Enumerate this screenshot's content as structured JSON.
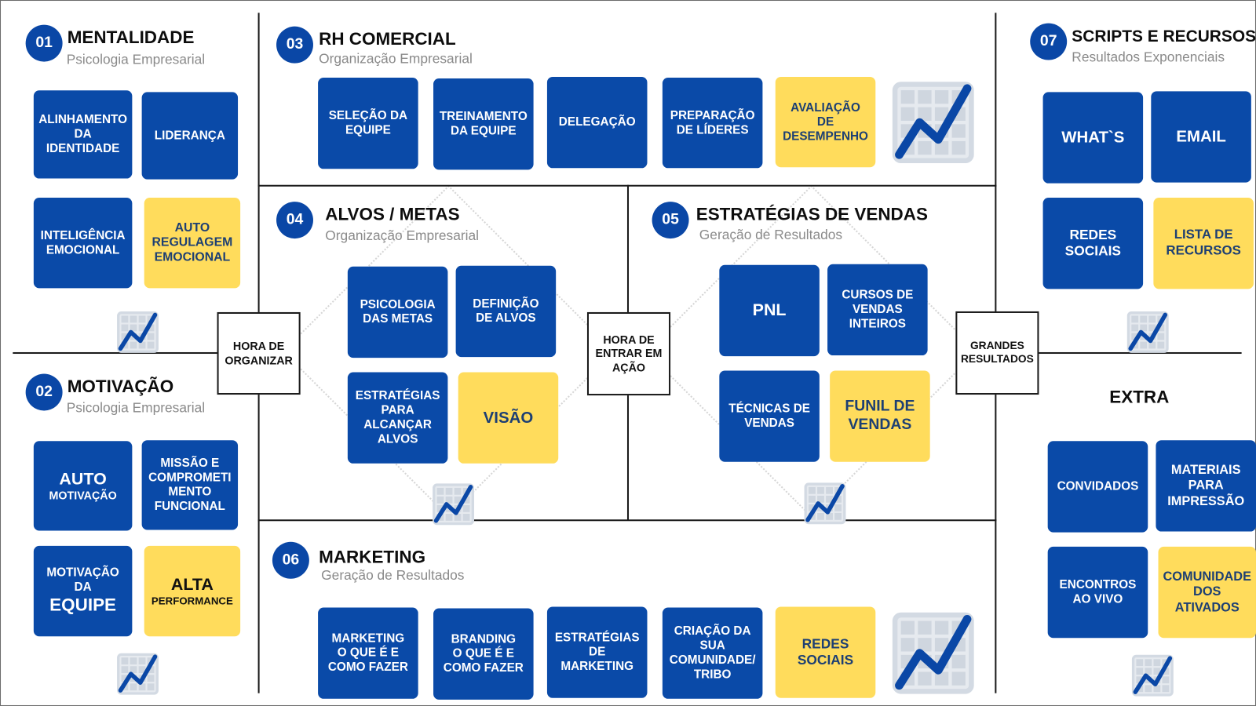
{
  "colors": {
    "tile_blue": "#0a4aa8",
    "tile_yellow": "#ffdc5c",
    "yellow_text": "#1d3f73",
    "badge_blue": "#0a47a6",
    "subtitle_gray": "#8a8a8a",
    "icon_line": "#0a47a6",
    "icon_bg": "#d3dae3"
  },
  "connectors": {
    "organize": "HORA DE\nORGANIZAR",
    "action": "HORA DE\nENTRAR EM\nAÇÃO",
    "results": "GRANDES\nRESULTADOS"
  },
  "sections": {
    "s01": {
      "number": "01",
      "title": "MENTALIDADE",
      "subtitle": "Psicologia Empresarial",
      "tiles": [
        {
          "label": "ALINHAMENTO\nDA\nIDENTIDADE",
          "color": "blue"
        },
        {
          "label": "LIDERANÇA",
          "color": "blue"
        },
        {
          "label": "INTELIGÊNCIA\nEMOCIONAL",
          "color": "blue"
        },
        {
          "label": "AUTO\nREGULAGEM\nEMOCIONAL",
          "color": "yellow"
        }
      ],
      "icon": "chart-growth-icon"
    },
    "s02": {
      "number": "02",
      "title": "MOTIVAÇÃO",
      "subtitle": "Psicologia Empresarial",
      "tiles": [
        {
          "label_big": "AUTO",
          "label_small": "MOTIVAÇÃO",
          "color": "blue"
        },
        {
          "label": "MISSÃO E\nCOMPROMETI\nMENTO\nFUNCIONAL",
          "color": "blue"
        },
        {
          "label_small": "MOTIVAÇÃO\nDA",
          "label_big": "EQUIPE",
          "color": "blue"
        },
        {
          "label_big": "ALTA",
          "label_small": "PERFORMANCE",
          "color": "yellow"
        }
      ],
      "icon": "chart-growth-icon"
    },
    "s03": {
      "number": "03",
      "title": "RH COMERCIAL",
      "subtitle": "Organização Empresarial",
      "tiles": [
        {
          "label": "SELEÇÃO DA\nEQUIPE",
          "color": "blue"
        },
        {
          "label": "TREINAMENTO\nDA EQUIPE",
          "color": "blue"
        },
        {
          "label": "DELEGAÇÃO",
          "color": "blue"
        },
        {
          "label": "PREPARAÇÃO\nDE LÍDERES",
          "color": "blue"
        },
        {
          "label": "AVALIAÇÃO\nDE\nDESEMPENHO",
          "color": "yellow"
        }
      ],
      "icon": "chart-growth-icon"
    },
    "s04": {
      "number": "04",
      "title": "ALVOS / METAS",
      "subtitle": "Organização Empresarial",
      "tiles": [
        {
          "label": "PSICOLOGIA\nDAS METAS",
          "color": "blue"
        },
        {
          "label": "DEFINIÇÃO\nDE ALVOS",
          "color": "blue"
        },
        {
          "label": "ESTRATÉGIAS\nPARA\nALCANÇAR\nALVOS",
          "color": "blue"
        },
        {
          "label": "VISÃO",
          "color": "yellow"
        }
      ],
      "icon": "chart-growth-icon"
    },
    "s05": {
      "number": "05",
      "title": "ESTRATÉGIAS DE VENDAS",
      "subtitle": "Geração de Resultados",
      "tiles": [
        {
          "label": "PNL",
          "color": "blue"
        },
        {
          "label": "CURSOS DE\nVENDAS\nINTEIROS",
          "color": "blue"
        },
        {
          "label": "TÉCNICAS DE\nVENDAS",
          "color": "blue"
        },
        {
          "label": "FUNIL DE\nVENDAS",
          "color": "yellow"
        }
      ],
      "icon": "chart-growth-icon"
    },
    "s06": {
      "number": "06",
      "title": "MARKETING",
      "subtitle": "Geração de Resultados",
      "tiles": [
        {
          "label": "MARKETING\nO QUE É E\nCOMO FAZER",
          "color": "blue"
        },
        {
          "label": "BRANDING\nO QUE É E\nCOMO FAZER",
          "color": "blue"
        },
        {
          "label": "ESTRATÉGIAS\nDE\nMARKETING",
          "color": "blue"
        },
        {
          "label": "CRIAÇÃO DA\nSUA\nCOMUNIDADE/\nTRIBO",
          "color": "blue"
        },
        {
          "label": "REDES\nSOCIAIS",
          "color": "yellow"
        }
      ],
      "icon": "chart-growth-icon"
    },
    "s07": {
      "number": "07",
      "title": "SCRIPTS E RECURSOS",
      "subtitle": "Resultados Exponenciais",
      "tiles": [
        {
          "label": "WHAT`S",
          "color": "blue"
        },
        {
          "label": "EMAIL",
          "color": "blue"
        },
        {
          "label": "REDES\nSOCIAIS",
          "color": "blue"
        },
        {
          "label": "LISTA DE\nRECURSOS",
          "color": "yellow"
        }
      ],
      "icon": "chart-growth-icon"
    },
    "extra": {
      "title": "EXTRA",
      "tiles": [
        {
          "label": "CONVIDADOS",
          "color": "blue"
        },
        {
          "label": "MATERIAIS\nPARA\nIMPRESSÃO",
          "color": "blue"
        },
        {
          "label": "ENCONTROS\nAO VIVO",
          "color": "blue"
        },
        {
          "label": "COMUNIDADE\nDOS\nATIVADOS",
          "color": "yellow"
        }
      ],
      "icon": "chart-growth-icon"
    }
  }
}
